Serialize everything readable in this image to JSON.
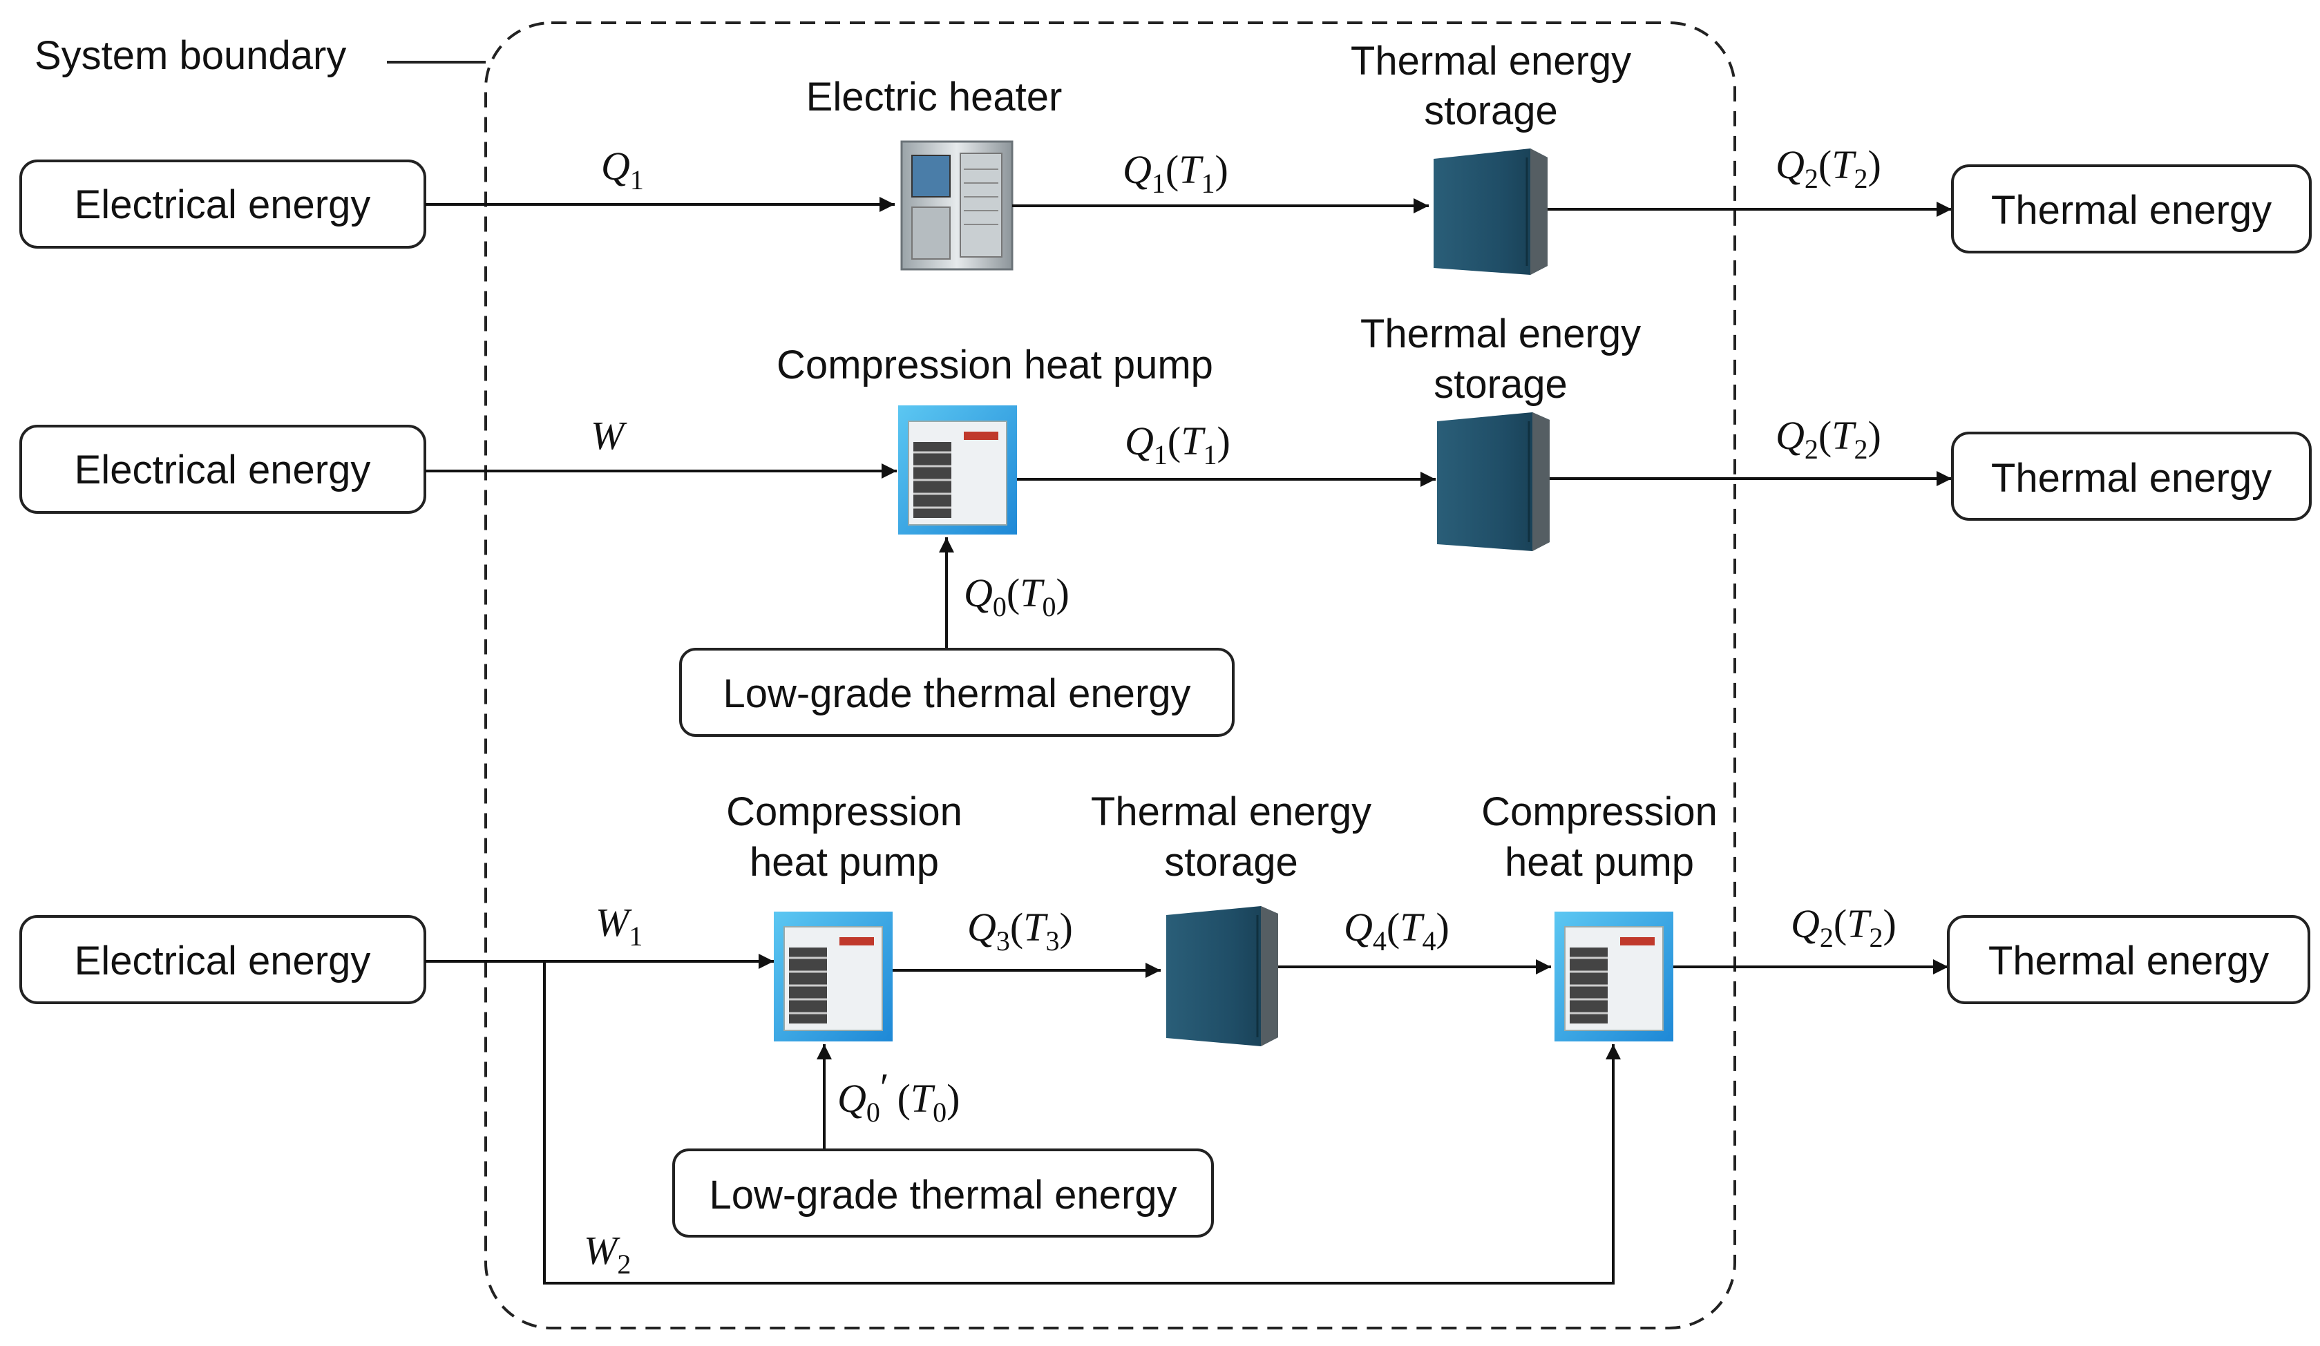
{
  "boundary_label": "System boundary",
  "rows": [
    {
      "source": "Electrical energy",
      "input_flow": "Q1",
      "device_label": "Electric heater",
      "device_output": "Q1(T1)",
      "storage_label_1": "Thermal energy",
      "storage_label_2": "storage",
      "output_flow": "Q2(T2)",
      "sink": "Thermal energy"
    },
    {
      "source": "Electrical energy",
      "input_flow": "W",
      "device_label": "Compression heat pump",
      "device_output": "Q1(T1)",
      "low_grade_flow": "Q0(T0)",
      "low_grade_source": "Low-grade thermal energy",
      "storage_label_1": "Thermal energy",
      "storage_label_2": "storage",
      "output_flow": "Q2(T2)",
      "sink": "Thermal energy"
    },
    {
      "source": "Electrical energy",
      "input_flow_1": "W1",
      "input_flow_2": "W2",
      "hp1_label_1": "Compression",
      "hp1_label_2": "heat pump",
      "hp1_output": "Q3(T3)",
      "low_grade_flow": "Q0'(T0)",
      "low_grade_source": "Low-grade thermal energy",
      "storage_label_1": "Thermal energy",
      "storage_label_2": "storage",
      "storage_output": "Q4(T4)",
      "hp2_label_1": "Compression",
      "hp2_label_2": "heat pump",
      "output_flow": "Q2(T2)",
      "sink": "Thermal energy"
    }
  ]
}
